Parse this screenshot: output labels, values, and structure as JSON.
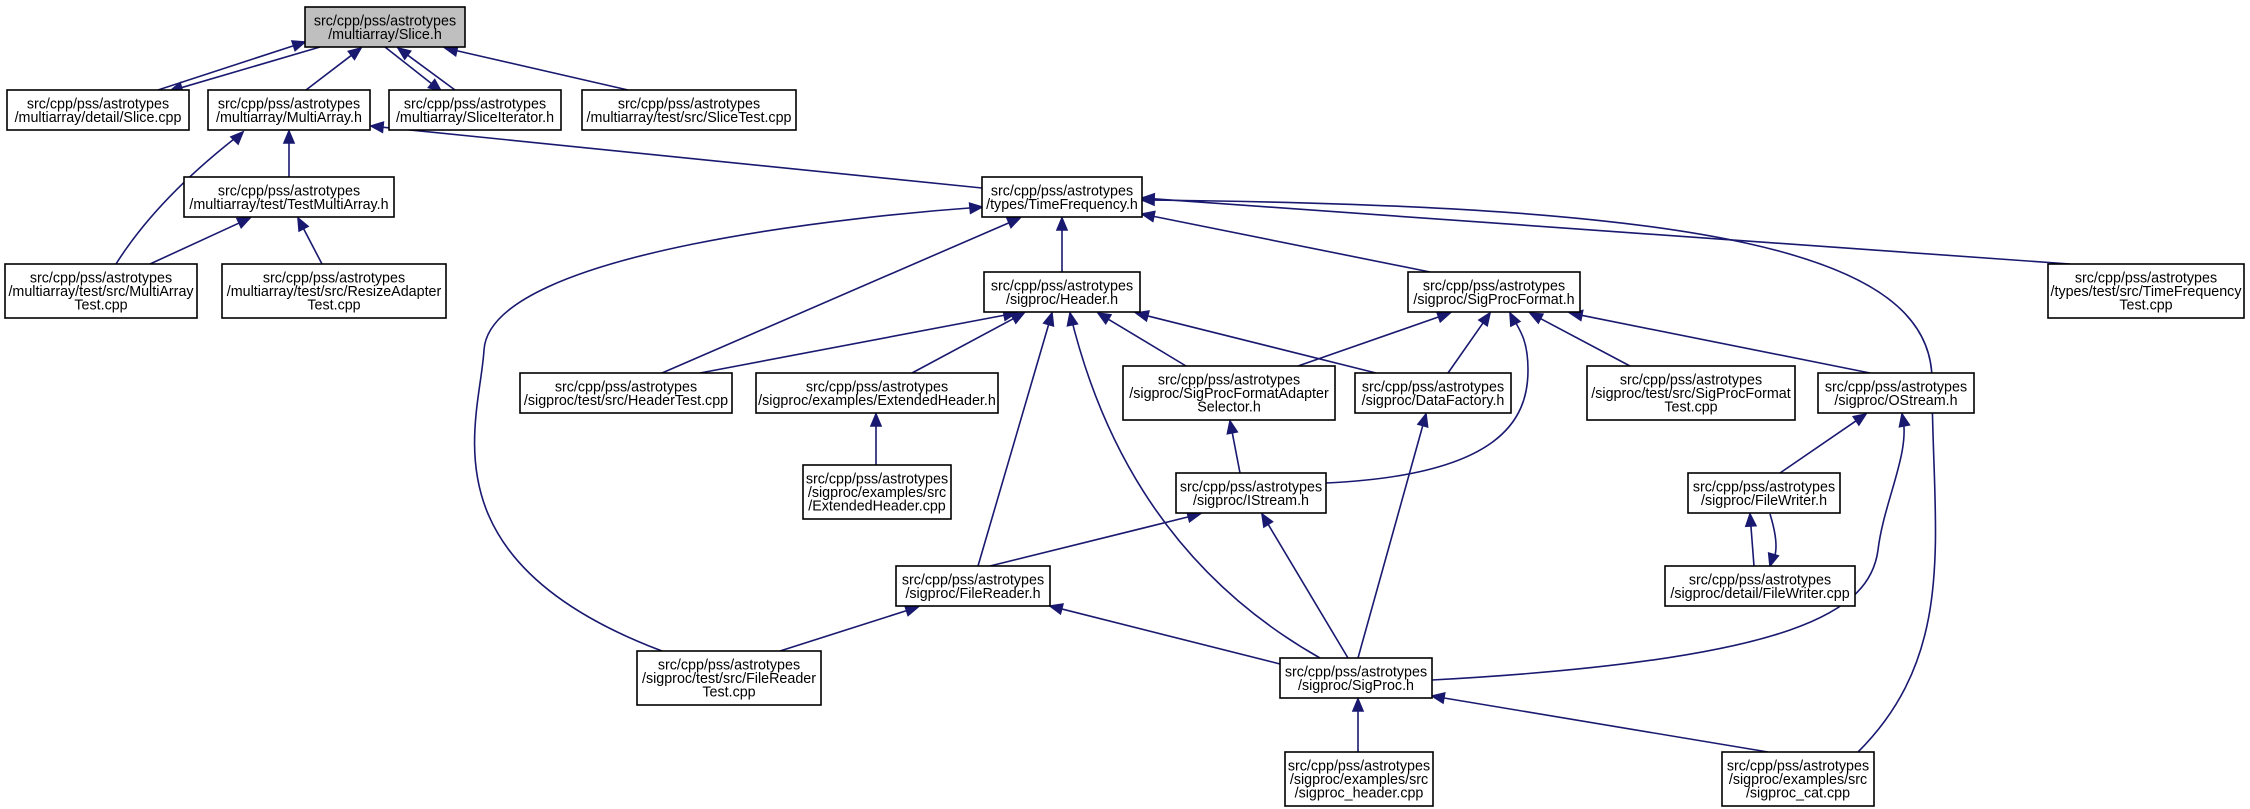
{
  "diagram": {
    "type": "include-dependency-graph",
    "colors": {
      "edge": "#191970",
      "node_border": "#000000",
      "root_fill": "#bfbfbf",
      "node_fill": "#ffffff"
    },
    "nodes": [
      {
        "id": "slice_h",
        "lines": [
          "src/cpp/pss/astrotypes",
          "/multiarray/Slice.h"
        ],
        "root": true
      },
      {
        "id": "detail_slice_cpp",
        "lines": [
          "src/cpp/pss/astrotypes",
          "/multiarray/detail/Slice.cpp"
        ]
      },
      {
        "id": "multiarray_h",
        "lines": [
          "src/cpp/pss/astrotypes",
          "/multiarray/MultiArray.h"
        ]
      },
      {
        "id": "sliceiterator_h",
        "lines": [
          "src/cpp/pss/astrotypes",
          "/multiarray/SliceIterator.h"
        ]
      },
      {
        "id": "slicetest_cpp",
        "lines": [
          "src/cpp/pss/astrotypes",
          "/multiarray/test/src/SliceTest.cpp"
        ]
      },
      {
        "id": "testmultiarray_h",
        "lines": [
          "src/cpp/pss/astrotypes",
          "/multiarray/test/TestMultiArray.h"
        ]
      },
      {
        "id": "timefrequency_h",
        "lines": [
          "src/cpp/pss/astrotypes",
          "/types/TimeFrequency.h"
        ]
      },
      {
        "id": "multiarraytest_cpp",
        "lines": [
          "src/cpp/pss/astrotypes",
          "/multiarray/test/src/MultiArray",
          "Test.cpp"
        ]
      },
      {
        "id": "resizeadaptertest_cpp",
        "lines": [
          "src/cpp/pss/astrotypes",
          "/multiarray/test/src/ResizeAdapter",
          "Test.cpp"
        ]
      },
      {
        "id": "header_h",
        "lines": [
          "src/cpp/pss/astrotypes",
          "/sigproc/Header.h"
        ]
      },
      {
        "id": "sigprocformat_h",
        "lines": [
          "src/cpp/pss/astrotypes",
          "/sigproc/SigProcFormat.h"
        ]
      },
      {
        "id": "timefrequencytest_cpp",
        "lines": [
          "src/cpp/pss/astrotypes",
          "/types/test/src/TimeFrequency",
          "Test.cpp"
        ]
      },
      {
        "id": "headertest_cpp",
        "lines": [
          "src/cpp/pss/astrotypes",
          "/sigproc/test/src/HeaderTest.cpp"
        ]
      },
      {
        "id": "extendedheader_h",
        "lines": [
          "src/cpp/pss/astrotypes",
          "/sigproc/examples/ExtendedHeader.h"
        ]
      },
      {
        "id": "adapterselector_h",
        "lines": [
          "src/cpp/pss/astrotypes",
          "/sigproc/SigProcFormatAdapter",
          "Selector.h"
        ]
      },
      {
        "id": "datafactory_h",
        "lines": [
          "src/cpp/pss/astrotypes",
          "/sigproc/DataFactory.h"
        ]
      },
      {
        "id": "sigprocformattest_cpp",
        "lines": [
          "src/cpp/pss/astrotypes",
          "/sigproc/test/src/SigProcFormat",
          "Test.cpp"
        ]
      },
      {
        "id": "ostream_h",
        "lines": [
          "src/cpp/pss/astrotypes",
          "/sigproc/OStream.h"
        ]
      },
      {
        "id": "extendedheader_cpp",
        "lines": [
          "src/cpp/pss/astrotypes",
          "/sigproc/examples/src",
          "/ExtendedHeader.cpp"
        ]
      },
      {
        "id": "istream_h",
        "lines": [
          "src/cpp/pss/astrotypes",
          "/sigproc/IStream.h"
        ]
      },
      {
        "id": "filewriter_h",
        "lines": [
          "src/cpp/pss/astrotypes",
          "/sigproc/FileWriter.h"
        ]
      },
      {
        "id": "filereader_h",
        "lines": [
          "src/cpp/pss/astrotypes",
          "/sigproc/FileReader.h"
        ]
      },
      {
        "id": "filewriter_cpp",
        "lines": [
          "src/cpp/pss/astrotypes",
          "/sigproc/detail/FileWriter.cpp"
        ]
      },
      {
        "id": "filereadertest_cpp",
        "lines": [
          "src/cpp/pss/astrotypes",
          "/sigproc/test/src/FileReader",
          "Test.cpp"
        ]
      },
      {
        "id": "sigproc_h",
        "lines": [
          "src/cpp/pss/astrotypes",
          "/sigproc/SigProc.h"
        ]
      },
      {
        "id": "sigproc_header_cpp",
        "lines": [
          "src/cpp/pss/astrotypes",
          "/sigproc/examples/src",
          "/sigproc_header.cpp"
        ]
      },
      {
        "id": "sigproc_cat_cpp",
        "lines": [
          "src/cpp/pss/astrotypes",
          "/sigproc/examples/src",
          "/sigproc_cat.cpp"
        ]
      }
    ],
    "edges": [
      {
        "from": "detail_slice_cpp",
        "to": "slice_h"
      },
      {
        "from": "slice_h",
        "to": "detail_slice_cpp"
      },
      {
        "from": "multiarray_h",
        "to": "slice_h"
      },
      {
        "from": "sliceiterator_h",
        "to": "slice_h"
      },
      {
        "from": "slice_h",
        "to": "sliceiterator_h"
      },
      {
        "from": "slicetest_cpp",
        "to": "slice_h"
      },
      {
        "from": "testmultiarray_h",
        "to": "multiarray_h"
      },
      {
        "from": "multiarraytest_cpp",
        "to": "multiarray_h"
      },
      {
        "from": "timefrequency_h",
        "to": "multiarray_h"
      },
      {
        "from": "multiarraytest_cpp",
        "to": "testmultiarray_h"
      },
      {
        "from": "resizeadaptertest_cpp",
        "to": "testmultiarray_h"
      },
      {
        "from": "header_h",
        "to": "timefrequency_h"
      },
      {
        "from": "sigprocformat_h",
        "to": "timefrequency_h"
      },
      {
        "from": "headertest_cpp",
        "to": "timefrequency_h"
      },
      {
        "from": "filereadertest_cpp",
        "to": "timefrequency_h"
      },
      {
        "from": "timefrequencytest_cpp",
        "to": "timefrequency_h"
      },
      {
        "from": "sigproc_cat_cpp",
        "to": "timefrequency_h"
      },
      {
        "from": "headertest_cpp",
        "to": "header_h"
      },
      {
        "from": "extendedheader_h",
        "to": "header_h"
      },
      {
        "from": "adapterselector_h",
        "to": "header_h"
      },
      {
        "from": "datafactory_h",
        "to": "header_h"
      },
      {
        "from": "filereader_h",
        "to": "header_h"
      },
      {
        "from": "sigproc_h",
        "to": "header_h"
      },
      {
        "from": "adapterselector_h",
        "to": "sigprocformat_h"
      },
      {
        "from": "datafactory_h",
        "to": "sigprocformat_h"
      },
      {
        "from": "istream_h",
        "to": "sigprocformat_h"
      },
      {
        "from": "sigprocformattest_cpp",
        "to": "sigprocformat_h"
      },
      {
        "from": "ostream_h",
        "to": "sigprocformat_h"
      },
      {
        "from": "extendedheader_cpp",
        "to": "extendedheader_h"
      },
      {
        "from": "istream_h",
        "to": "adapterselector_h"
      },
      {
        "from": "sigproc_h",
        "to": "datafactory_h"
      },
      {
        "from": "filewriter_h",
        "to": "ostream_h"
      },
      {
        "from": "sigproc_h",
        "to": "ostream_h"
      },
      {
        "from": "filereader_h",
        "to": "istream_h"
      },
      {
        "from": "sigproc_h",
        "to": "istream_h"
      },
      {
        "from": "filewriter_cpp",
        "to": "filewriter_h"
      },
      {
        "from": "filewriter_h",
        "to": "filewriter_cpp"
      },
      {
        "from": "filereadertest_cpp",
        "to": "filereader_h"
      },
      {
        "from": "sigproc_h",
        "to": "filereader_h"
      },
      {
        "from": "sigproc_header_cpp",
        "to": "sigproc_h"
      },
      {
        "from": "sigproc_cat_cpp",
        "to": "sigproc_h"
      }
    ]
  }
}
